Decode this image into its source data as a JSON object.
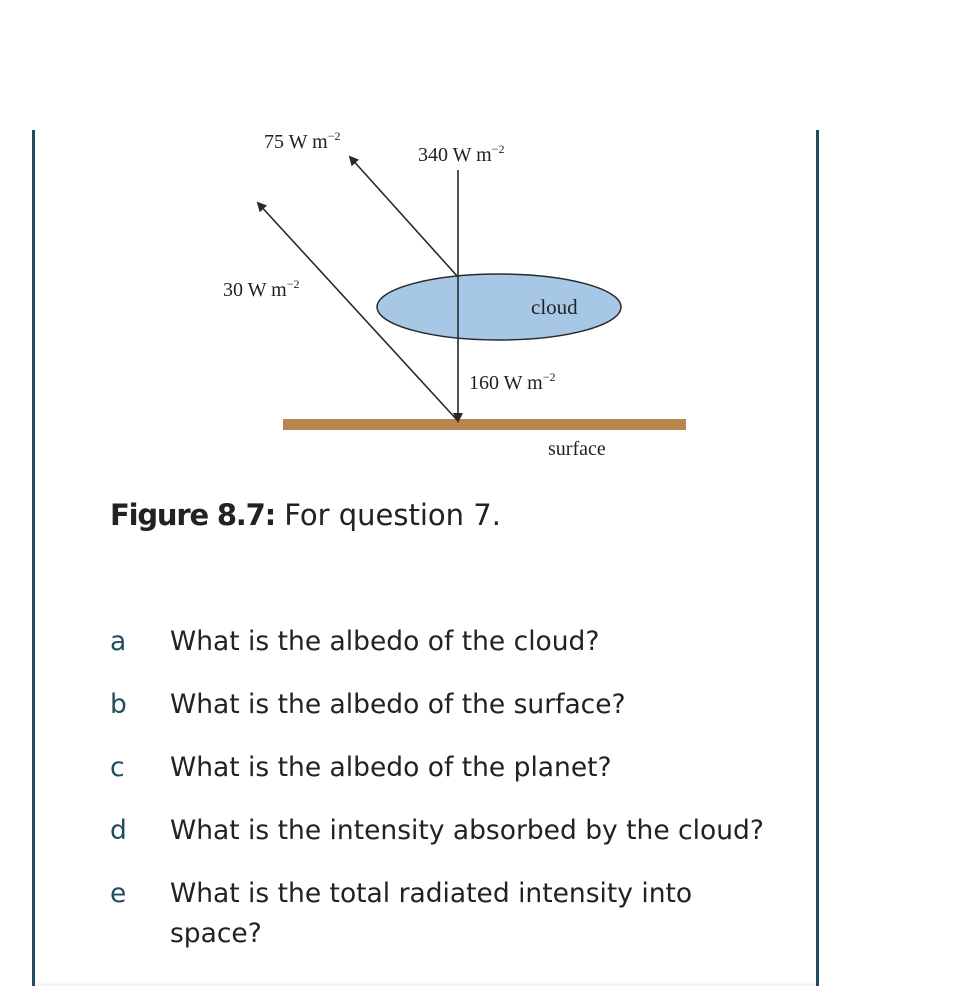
{
  "figure": {
    "labels": {
      "cloud_reflected": "75 W m",
      "incoming": "340 W m",
      "surface_reflected": "30 W m",
      "transmitted": "160 W m",
      "exponent": "−2",
      "cloud": "cloud",
      "surface": "surface"
    },
    "colors": {
      "cloud_fill": "#a7c7e7",
      "cloud_stroke": "#2a2a2a",
      "surface": "#b8864e",
      "arrow": "#2a2a2a"
    }
  },
  "caption": {
    "label": "Figure 8.7:",
    "text": " For question 7."
  },
  "questions": [
    {
      "letter": "a",
      "text": "What is the albedo of the cloud?"
    },
    {
      "letter": "b",
      "text": "What is the albedo of the surface?"
    },
    {
      "letter": "c",
      "text": "What is the albedo of the planet?"
    },
    {
      "letter": "d",
      "text": "What is the intensity absorbed by the cloud?"
    },
    {
      "letter": "e",
      "text": "What is the total radiated intensity into space?"
    }
  ],
  "theme": {
    "rule_color": "#1f4e5f",
    "letter_color": "#1f4e5f",
    "text_color": "#222222"
  }
}
